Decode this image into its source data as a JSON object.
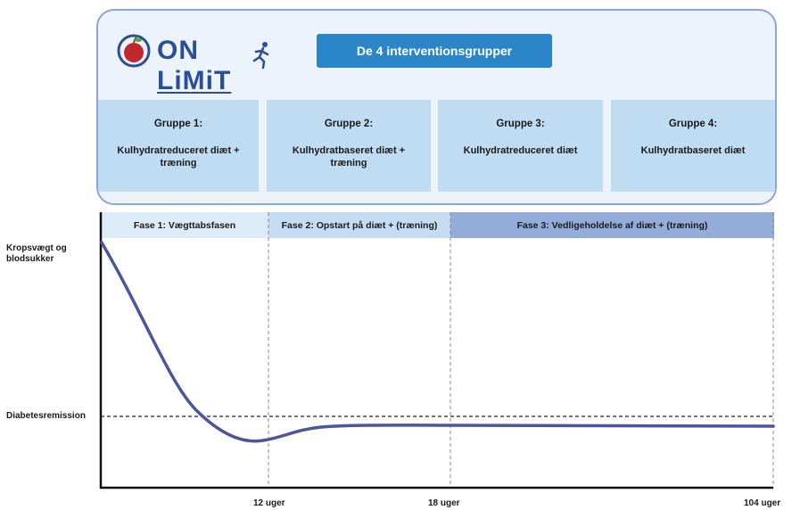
{
  "header": {
    "logo_text_on": "ON",
    "logo_text_limit": "LiMiT",
    "title": "De 4 interventionsgrupper"
  },
  "groups": [
    {
      "title": "Gruppe 1:",
      "desc": "Kulhydratreduceret diæt + træning"
    },
    {
      "title": "Gruppe 2:",
      "desc": "Kulhydratbaseret diæt + træning"
    },
    {
      "title": "Gruppe 3:",
      "desc": "Kulhydratreduceret diæt"
    },
    {
      "title": "Gruppe 4:",
      "desc": "Kulhydratbaseret diæt"
    }
  ],
  "chart_data": {
    "type": "line",
    "phases": [
      {
        "label": "Fase 1: Vægttabsfasen",
        "color": "#dcebf8"
      },
      {
        "label": "Fase 2: Opstart på diæt + (træning)",
        "color": "#c6dcf3"
      },
      {
        "label": "Fase 3: Vedligeholdelse af diæt + (træning)",
        "color": "#94acd9"
      }
    ],
    "y_label": "Kropsvægt og blodsukker",
    "remission_label": "Diabetesremission",
    "x_ticks": [
      "12 uger",
      "18 uger",
      "104 uger"
    ],
    "line_color": "#4a55a0"
  }
}
